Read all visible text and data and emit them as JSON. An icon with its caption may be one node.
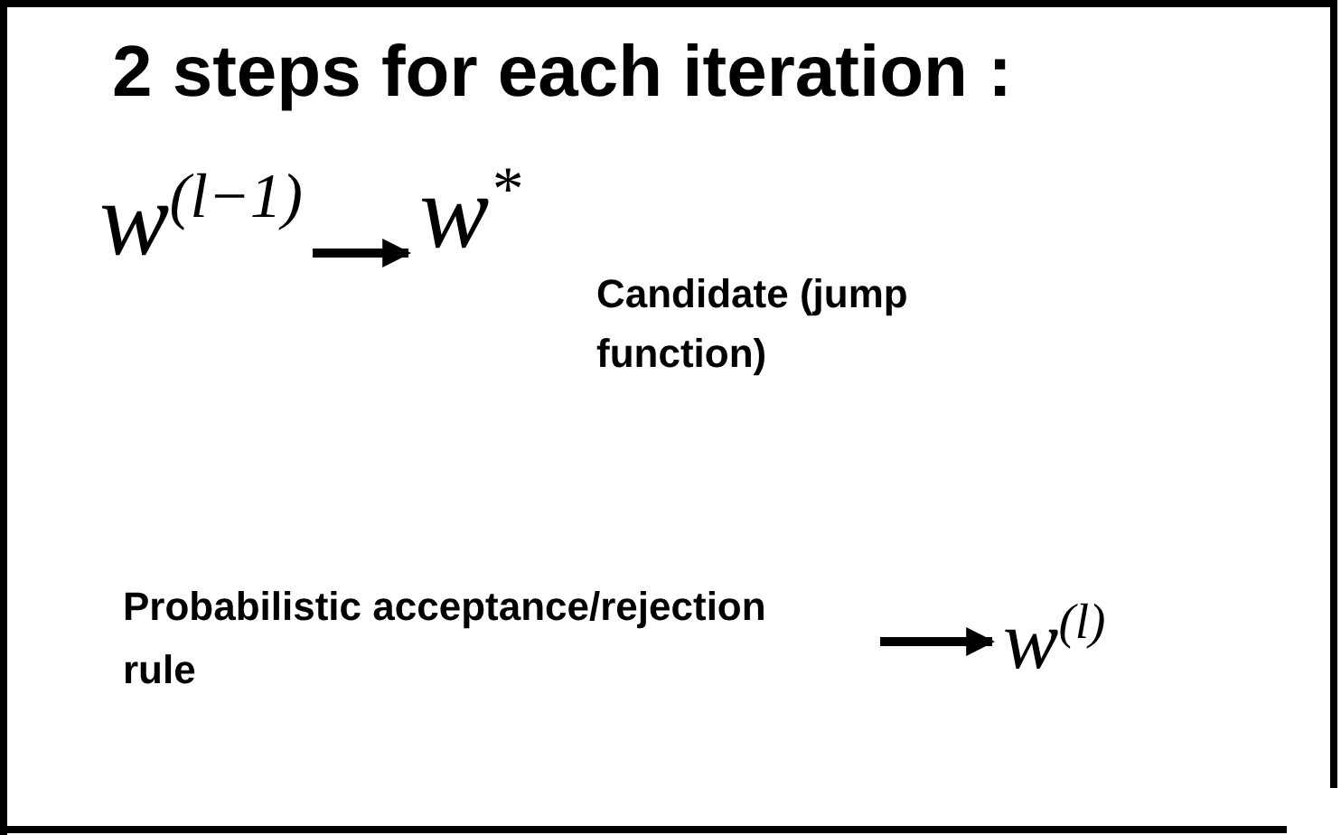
{
  "diagram": {
    "title": "2 steps for each iteration :",
    "nodes": [
      {
        "text": [
          "w$^{(l−1)}$"
        ]
      },
      {
        "text": [
          "w$^{*}$"
        ],
        "beside": [
          "Candidate (jump function)"
        ]
      },
      {
        "text": [
          "Probabilistic acceptance/rejection rule"
        ]
      },
      {
        "text": [
          "w$^{(l)}$"
        ]
      }
    ],
    "edges": [
      {
        "from": 0,
        "to": 1,
        "arrow": "to"
      },
      {
        "from": 2,
        "to": 3,
        "arrow": "to"
      }
    ]
  }
}
